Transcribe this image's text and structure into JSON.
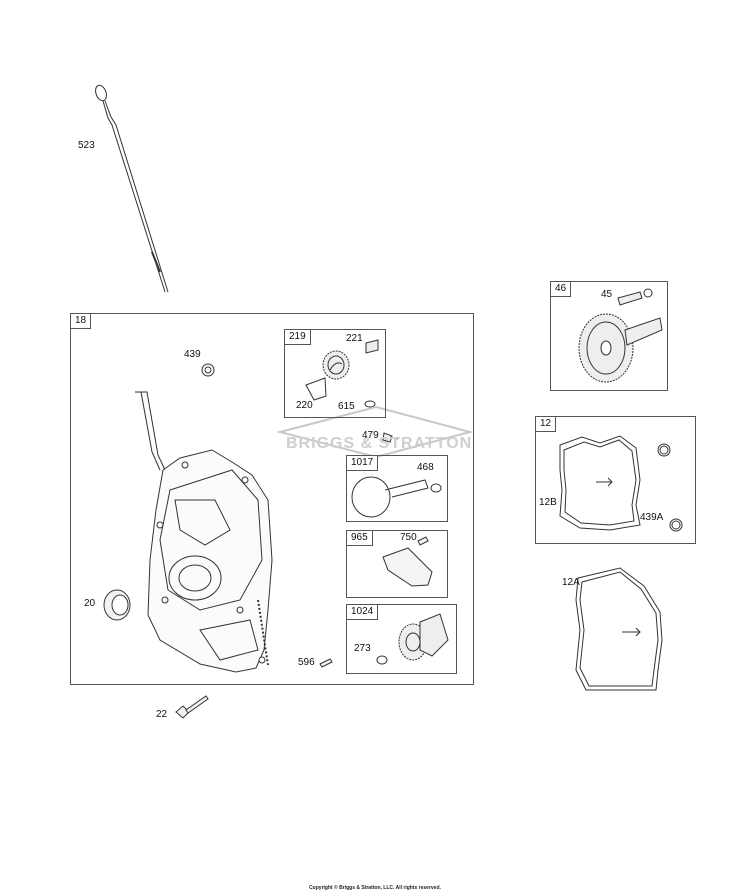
{
  "watermark": "BRIGGS & STRATTON",
  "copyright": "Copyright © Briggs & Stratton, LLC. All rights reserved.",
  "boxes": {
    "b18": "18",
    "b219": "219",
    "b1017": "1017",
    "b965": "965",
    "b1024": "1024",
    "b46": "46",
    "b12": "12"
  },
  "labels": {
    "l523": "523",
    "l439": "439",
    "l221": "221",
    "l220": "220",
    "l615": "615",
    "l479": "479",
    "l468": "468",
    "l750": "750",
    "l20": "20",
    "l596": "596",
    "l273": "273",
    "l22": "22",
    "l45": "45",
    "l12B": "12B",
    "l439A": "439A",
    "l12A": "12A"
  },
  "colors": {
    "line": "#333333",
    "fill": "#f2f2f2",
    "watermark": "#c8c8c8"
  }
}
